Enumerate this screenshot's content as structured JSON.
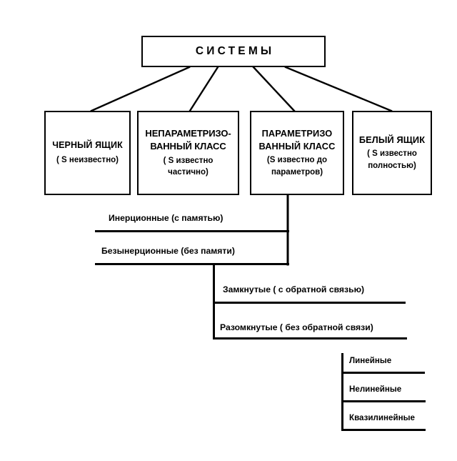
{
  "diagram": {
    "title_node": {
      "label": "СИСТЕМЫ"
    },
    "class_boxes": [
      {
        "name": "black-box",
        "head": "ЧЕРНЫЙ ЯЩИК",
        "sub": "( S неизвестно)"
      },
      {
        "name": "nonparametrized-class",
        "head": "НЕПАРАМЕТРИЗО-\nВАННЫЙ КЛАСС",
        "sub": "( S известно\nчастично)"
      },
      {
        "name": "parametrized-class",
        "head": "ПАРАМЕТРИЗО\nВАННЫЙ КЛАСС",
        "sub": "(S известно до\nпараметров)"
      },
      {
        "name": "white-box",
        "head": "БЕЛЫЙ ЯЩИК",
        "sub": "( S известно\nполностью)"
      }
    ],
    "branch_levels": [
      {
        "name": "inertia-level",
        "items": [
          "Инерционные (с памятью)",
          "Безынерционные (без памяти)"
        ]
      },
      {
        "name": "feedback-level",
        "items": [
          "Замкнутые ( с обратной связью)",
          "Разомкнутые ( без обратной связи)"
        ]
      },
      {
        "name": "linearity-level",
        "items": [
          "Линейные",
          "Нелинейные",
          "Квазилинейные"
        ]
      }
    ],
    "colors": {
      "ink": "#000000",
      "background": "#ffffff"
    }
  }
}
